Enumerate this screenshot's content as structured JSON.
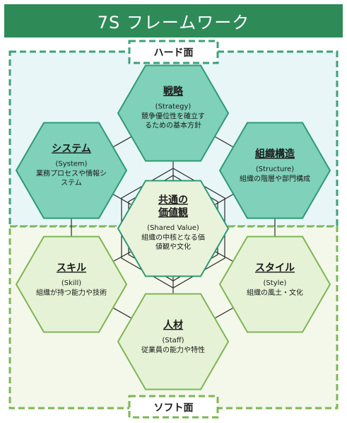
{
  "header": {
    "title": "7S フレームワーク"
  },
  "sections": {
    "hard": "ハード面",
    "soft": "ソフト面"
  },
  "elements": {
    "strategy": {
      "title": "戦略",
      "en": "(Strategy)",
      "desc": [
        "競争優位性を確立す",
        "るための基本方針"
      ]
    },
    "system": {
      "title": "システム",
      "en": "(System)",
      "desc": [
        "業務プロセスや情報シ",
        "ステム"
      ]
    },
    "structure": {
      "title": "組織構造",
      "en": "(Structure)",
      "desc": [
        "組織の階層や部門構成"
      ]
    },
    "shared": {
      "title": [
        "共通の",
        "価値観"
      ],
      "en": "(Shared Value)",
      "desc": [
        "組織の中核となる価",
        "値観や文化"
      ]
    },
    "skill": {
      "title": "スキル",
      "en": "(Skill)",
      "desc": [
        "組織が持つ能力や技術"
      ]
    },
    "style": {
      "title": "スタイル",
      "en": "(Style)",
      "desc": [
        "組織の風土・文化"
      ]
    },
    "staff": {
      "title": "人材",
      "en": "(Staff)",
      "desc": [
        "従業員の能力や特性"
      ]
    }
  },
  "colors": {
    "banner": "#2e8b58",
    "hard_fill": "#e8f6f8",
    "soft_fill": "#f3f8ea",
    "hard_hex": "#7fd1b9",
    "soft_hex": "#e6f2d6",
    "shared_hex": "#e9f3dc",
    "hex_stroke": "#2f9a73",
    "soft_stroke": "#7db654"
  }
}
